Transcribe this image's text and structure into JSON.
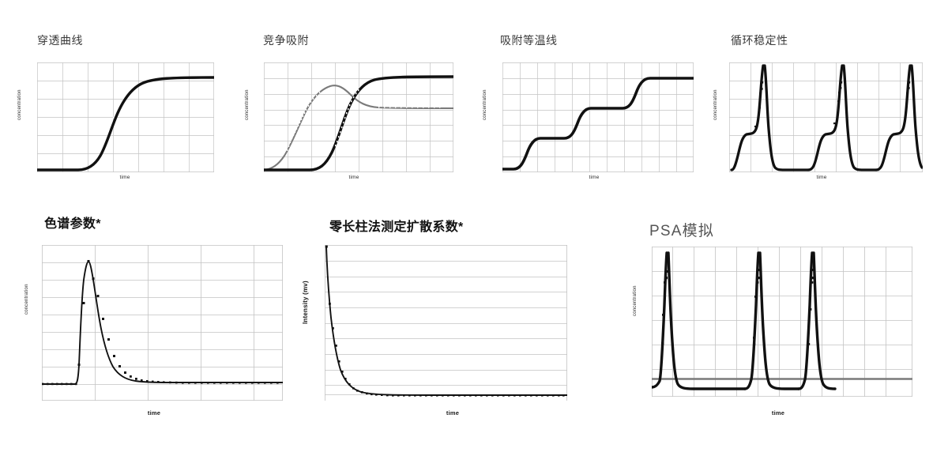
{
  "figure": {
    "background": "#ffffff",
    "curve_color": "#111111",
    "secondary_curve_color": "#7a7a7a",
    "grid_color": "#bdbdbd",
    "grid_color_light": "#d2d2d2"
  },
  "panels": [
    {
      "id": "breakthrough-curve",
      "title": "穿透曲线",
      "title_style": "regular",
      "ylabel": "concentration",
      "xlabel": "time"
    },
    {
      "id": "competitive-adsorption",
      "title": "竞争吸附",
      "title_style": "regular",
      "ylabel": "concentration",
      "xlabel": "time"
    },
    {
      "id": "adsorption-isotherm",
      "title": "吸附等温线",
      "title_style": "regular",
      "ylabel": "concentration",
      "xlabel": "time"
    },
    {
      "id": "cycle-stability",
      "title": "循环稳定性",
      "title_style": "regular",
      "ylabel": "concentration",
      "xlabel": "time"
    },
    {
      "id": "chromatographic-parameters",
      "title": "色谱参数*",
      "title_style": "bold",
      "ylabel": "concentration",
      "xlabel": "time"
    },
    {
      "id": "zlc-diffusion-coefficient",
      "title": "零长柱法测定扩散系数*",
      "title_style": "bold",
      "ylabel": "Intensity (mv)",
      "xlabel": "time"
    },
    {
      "id": "psa-simulation",
      "title": "PSA模拟",
      "title_style": "light-large",
      "ylabel": "concentration",
      "xlabel": "time"
    }
  ],
  "chart_data": [
    {
      "type": "line",
      "panel": "breakthrough-curve",
      "title": "穿透曲线",
      "xlabel": "time",
      "ylabel": "concentration",
      "xlim": [
        0,
        1
      ],
      "ylim": [
        0,
        1
      ],
      "grid": {
        "cols": 7,
        "rows": 6
      },
      "legend": "none",
      "series": [
        {
          "name": "breakthrough",
          "style": "sigmoid",
          "color": "#111111",
          "marker": "square-dotted-midsection",
          "x": [
            0.0,
            0.05,
            0.1,
            0.15,
            0.2,
            0.25,
            0.3,
            0.35,
            0.4,
            0.45,
            0.5,
            0.55,
            0.6,
            0.65,
            0.7,
            0.75,
            0.8,
            0.85,
            0.9,
            0.95,
            1.0
          ],
          "values": [
            0.02,
            0.02,
            0.02,
            0.02,
            0.02,
            0.03,
            0.05,
            0.1,
            0.2,
            0.36,
            0.55,
            0.71,
            0.83,
            0.9,
            0.93,
            0.94,
            0.95,
            0.95,
            0.95,
            0.95,
            0.95
          ]
        }
      ]
    },
    {
      "type": "line",
      "panel": "competitive-adsorption",
      "title": "竞争吸附",
      "xlabel": "time",
      "ylabel": "concentration",
      "xlim": [
        0,
        1
      ],
      "ylim": [
        0,
        1
      ],
      "grid": {
        "cols": 8,
        "rows": 7
      },
      "legend": "none",
      "series": [
        {
          "name": "component-a-overshoot",
          "color": "#7a7a7a",
          "marker": "dotted",
          "x": [
            0.0,
            0.05,
            0.1,
            0.15,
            0.2,
            0.25,
            0.3,
            0.35,
            0.4,
            0.45,
            0.5,
            0.55,
            0.6,
            0.65,
            0.7,
            0.75,
            0.8,
            0.85,
            0.9,
            0.95,
            1.0
          ],
          "values": [
            0.02,
            0.04,
            0.09,
            0.17,
            0.29,
            0.43,
            0.57,
            0.7,
            0.79,
            0.83,
            0.82,
            0.77,
            0.72,
            0.69,
            0.67,
            0.66,
            0.66,
            0.66,
            0.66,
            0.66,
            0.66
          ]
        },
        {
          "name": "component-b-breakthrough",
          "color": "#111111",
          "marker": "square-dotted",
          "x": [
            0.0,
            0.05,
            0.1,
            0.15,
            0.2,
            0.25,
            0.3,
            0.35,
            0.4,
            0.45,
            0.5,
            0.55,
            0.6,
            0.65,
            0.7,
            0.75,
            0.8,
            0.85,
            0.9,
            0.95,
            1.0
          ],
          "values": [
            0.02,
            0.02,
            0.02,
            0.02,
            0.03,
            0.04,
            0.07,
            0.13,
            0.25,
            0.42,
            0.6,
            0.74,
            0.82,
            0.85,
            0.86,
            0.86,
            0.86,
            0.86,
            0.86,
            0.86,
            0.86
          ]
        }
      ]
    },
    {
      "type": "line",
      "panel": "adsorption-isotherm",
      "title": "吸附等温线",
      "xlabel": "time",
      "ylabel": "concentration",
      "xlim": [
        0,
        1
      ],
      "ylim": [
        0,
        1
      ],
      "grid": {
        "cols": 11,
        "rows": 7
      },
      "legend": "none",
      "series": [
        {
          "name": "stepped-isotherm",
          "color": "#111111",
          "marker": "none",
          "steps": 3,
          "x": [
            0.0,
            0.06,
            0.1,
            0.14,
            0.2,
            0.32,
            0.4,
            0.44,
            0.48,
            0.56,
            0.68,
            0.76,
            0.8,
            0.84,
            0.92,
            1.0
          ],
          "values": [
            0.06,
            0.06,
            0.15,
            0.3,
            0.33,
            0.33,
            0.42,
            0.56,
            0.63,
            0.64,
            0.64,
            0.72,
            0.84,
            0.91,
            0.92,
            0.92
          ]
        }
      ]
    },
    {
      "type": "line",
      "panel": "cycle-stability",
      "title": "循环稳定性",
      "xlabel": "time",
      "ylabel": "concentration",
      "xlim": [
        0,
        1
      ],
      "ylim": [
        0,
        1
      ],
      "grid": {
        "cols": 9,
        "rows": 6
      },
      "legend": "none",
      "cycles": 3,
      "series": [
        {
          "name": "cycle-trace",
          "color": "#111111",
          "marker": "scattered-squares",
          "description": "three repeating adsorption/desorption cycles: baseline, rise to plateau ~0.38, sharp spike above axis top, fall back to baseline"
        }
      ]
    },
    {
      "type": "line",
      "panel": "chromatographic-parameters",
      "title": "色谱参数*",
      "xlabel": "time",
      "ylabel": "concentration",
      "xlim": [
        0,
        1
      ],
      "ylim": [
        0,
        1
      ],
      "grid": {
        "cols": 4,
        "rows": 9
      },
      "legend": "none",
      "series": [
        {
          "name": "chromatogram-peak",
          "color": "#111111",
          "marker": "square",
          "x": [
            0.0,
            0.04,
            0.08,
            0.12,
            0.16,
            0.18,
            0.2,
            0.22,
            0.24,
            0.26,
            0.29,
            0.32,
            0.36,
            0.4,
            0.45,
            0.5,
            0.56,
            0.62,
            0.7,
            0.8,
            0.9,
            1.0
          ],
          "values": [
            0.07,
            0.07,
            0.07,
            0.07,
            0.07,
            0.22,
            0.76,
            0.88,
            0.82,
            0.7,
            0.56,
            0.44,
            0.33,
            0.25,
            0.18,
            0.14,
            0.12,
            0.11,
            0.1,
            0.1,
            0.1,
            0.1
          ]
        }
      ]
    },
    {
      "type": "line",
      "panel": "zlc-diffusion-coefficient",
      "title": "零长柱法测定扩散系数*",
      "xlabel": "time",
      "ylabel": "Intensity (mv)",
      "xlim": [
        0,
        1
      ],
      "ylim": [
        0,
        1
      ],
      "grid": {
        "cols": 0,
        "rows": 10
      },
      "legend": "none",
      "series": [
        {
          "name": "exponential-decay",
          "color": "#111111",
          "marker": "square-dotted-tail",
          "x": [
            0.0,
            0.01,
            0.02,
            0.03,
            0.04,
            0.05,
            0.06,
            0.08,
            0.1,
            0.13,
            0.16,
            0.2,
            0.26,
            0.32,
            0.4,
            0.5,
            0.6,
            0.75,
            0.9,
            1.0
          ],
          "values": [
            1.0,
            0.8,
            0.62,
            0.48,
            0.38,
            0.3,
            0.24,
            0.17,
            0.13,
            0.09,
            0.07,
            0.055,
            0.04,
            0.035,
            0.03,
            0.028,
            0.026,
            0.025,
            0.024,
            0.024
          ]
        }
      ]
    },
    {
      "type": "line",
      "panel": "psa-simulation",
      "title": "PSA模拟",
      "xlabel": "time",
      "ylabel": "concentration",
      "xlim": [
        0,
        1
      ],
      "ylim": [
        0,
        1
      ],
      "grid": {
        "cols": 11,
        "rows": 6
      },
      "legend": "none",
      "cycles": 3,
      "series": [
        {
          "name": "psa-pressure-peaks",
          "color": "#111111",
          "marker": "scattered-squares",
          "description": "three sharp near-vertical peaks rising off the top of the axis, returning to a low baseline"
        },
        {
          "name": "baseline-reference",
          "color": "#7a7a7a",
          "marker": "none",
          "style": "horizontal-line",
          "value": 0.09
        }
      ]
    }
  ]
}
